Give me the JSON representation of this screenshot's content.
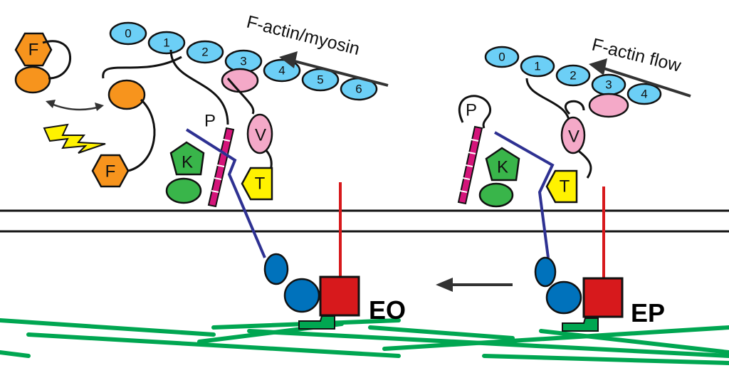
{
  "diagram": {
    "left_panel": {
      "actin_label": "F-actin/myosin",
      "actin_units": [
        "0",
        "1",
        "2",
        "3",
        "4",
        "5",
        "6"
      ],
      "proteins": {
        "fak": "F",
        "paxillin": "P",
        "kindlin": "K",
        "vinculin": "V",
        "talin": "T"
      },
      "state_label": "EO"
    },
    "right_panel": {
      "actin_label": "F-actin flow",
      "actin_units": [
        "0",
        "1",
        "2",
        "3",
        "4"
      ],
      "proteins": {
        "paxillin": "P",
        "kindlin": "K",
        "vinculin": "V",
        "talin": "T"
      },
      "state_label": "EP"
    }
  },
  "colors": {
    "actin": "#6ccff6",
    "myosin": "#f4a9c8",
    "fak": "#f7941d",
    "kindlin": "#39b54a",
    "talin": "#fff200",
    "paxillin_bar": "#d4147a",
    "integrin_beta": "#2e3192",
    "integrin_alpha": "#d7191c",
    "integrin_head": "#0072bc",
    "ecm": "#00a651",
    "lightning": "#fff200"
  }
}
